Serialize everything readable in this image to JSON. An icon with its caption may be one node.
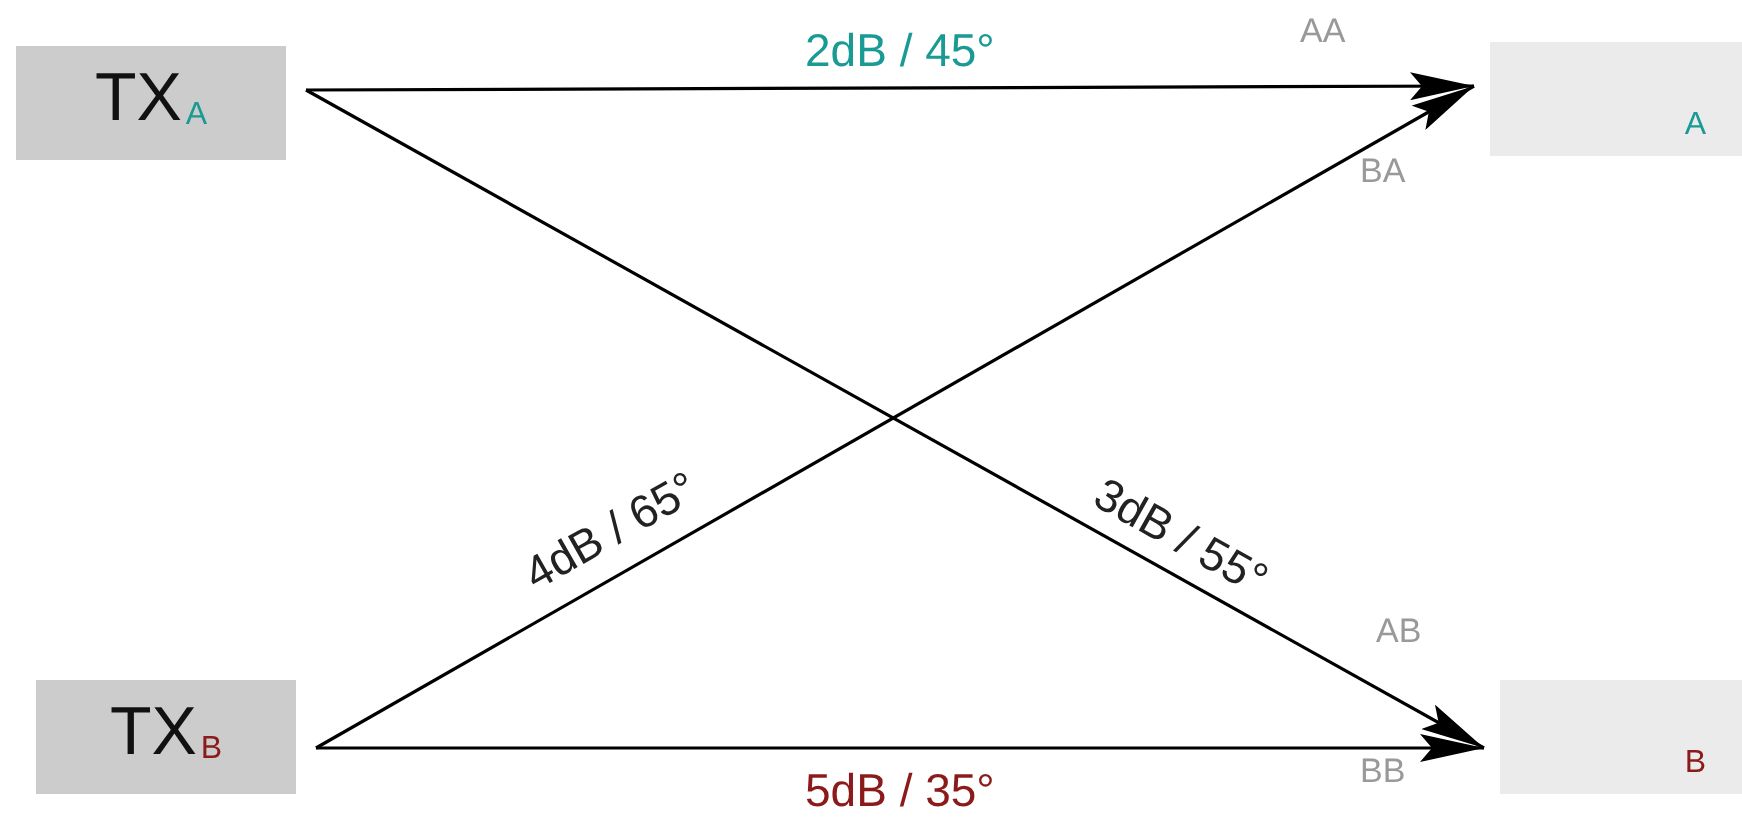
{
  "diagram": {
    "nodes": [
      {
        "text": [
          "TX$_{A}$"
        ]
      },
      {
        "text": [
          "TX$_{B}$"
        ]
      },
      {
        "text": [
          "A"
        ]
      },
      {
        "text": [
          "B"
        ]
      }
    ],
    "edges": [
      {
        "from": 0,
        "to": 2,
        "arrow": "to",
        "label": "2dB / 45°"
      },
      {
        "from": 0,
        "to": 3,
        "arrow": "to",
        "label": "3dB / 55°"
      },
      {
        "from": 1,
        "to": 2,
        "arrow": "to",
        "label": "4dB / 65°"
      },
      {
        "from": 1,
        "to": 3,
        "arrow": "to",
        "label": "5dB / 35°"
      }
    ],
    "labels": [
      "AA",
      "BA",
      "AB",
      "BB"
    ]
  }
}
